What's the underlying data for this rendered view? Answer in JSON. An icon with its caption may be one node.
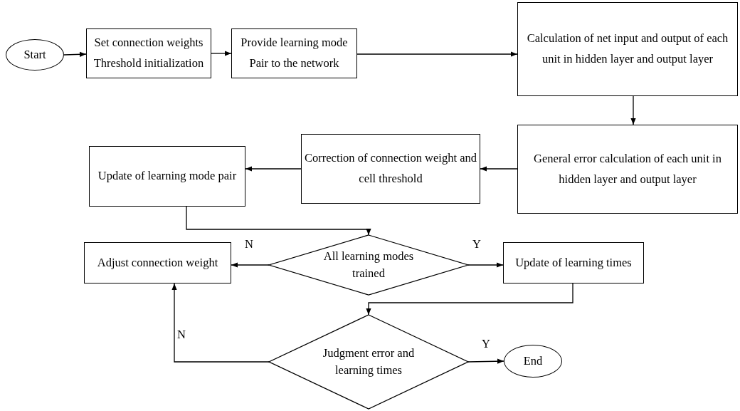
{
  "diagram": {
    "nodes": [
      {
        "text": [
          "Start"
        ]
      },
      {
        "text": [
          "Set connection weights",
          "Threshold initialization"
        ]
      },
      {
        "text": [
          "Provide learning mode",
          "Pair to the network"
        ]
      },
      {
        "text": [
          "Calculation of net input and output of each unit in hidden layer and output layer"
        ]
      },
      {
        "text": [
          "General error calculation of each unit in hidden layer and output layer"
        ]
      },
      {
        "text": [
          "Correction of connection weight and cell threshold"
        ]
      },
      {
        "text": [
          "Update of learning mode pair"
        ]
      },
      {
        "text": [
          "All learning modes trained"
        ]
      },
      {
        "text": [
          "Adjust connection weight"
        ]
      },
      {
        "text": [
          "Update of learning times"
        ]
      },
      {
        "text": [
          "Judgment error and learning times"
        ]
      },
      {
        "text": [
          "End"
        ]
      }
    ],
    "edges": [
      {
        "from": 0,
        "to": 1,
        "arrow": "to"
      },
      {
        "from": 1,
        "to": 2,
        "arrow": "to"
      },
      {
        "from": 2,
        "to": 3,
        "arrow": "to"
      },
      {
        "from": 3,
        "to": 4,
        "arrow": "to"
      },
      {
        "from": 4,
        "to": 5,
        "arrow": "to"
      },
      {
        "from": 5,
        "to": 6,
        "arrow": "to"
      },
      {
        "from": 6,
        "to": 7,
        "arrow": "to"
      },
      {
        "from": 7,
        "to": 8,
        "arrow": "to",
        "label": "N"
      },
      {
        "from": 7,
        "to": 9,
        "arrow": "to",
        "label": "Y"
      },
      {
        "from": 9,
        "to": 10,
        "arrow": "to"
      },
      {
        "from": 10,
        "to": 8,
        "arrow": "to",
        "label": "N"
      },
      {
        "from": 10,
        "to": 11,
        "arrow": "to",
        "label": "Y"
      }
    ]
  }
}
